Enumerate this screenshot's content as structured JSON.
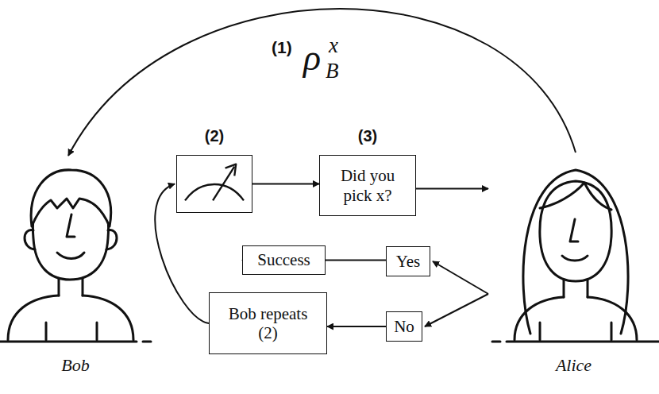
{
  "diagram": {
    "nodes": [
      {
        "text": [
          "Bob"
        ]
      },
      {
        "text": [
          "(2)"
        ]
      },
      {
        "text": [
          "(3)",
          "Did you pick x?"
        ]
      },
      {
        "text": [
          "Alice"
        ]
      },
      {
        "text": [
          "Yes"
        ]
      },
      {
        "text": [
          "Success"
        ]
      },
      {
        "text": [
          "No"
        ]
      },
      {
        "text": [
          "Bob repeats (2)"
        ]
      }
    ],
    "edges": [
      {
        "from": 3,
        "to": 0,
        "arrow": "to",
        "label": "(1)"
      },
      {
        "from": 1,
        "to": 2,
        "arrow": "to"
      },
      {
        "from": 2,
        "to": 3,
        "arrow": "to"
      },
      {
        "from": 3,
        "to": 4,
        "arrow": "to"
      },
      {
        "from": 3,
        "to": 6,
        "arrow": "to"
      },
      {
        "from": 4,
        "to": 5,
        "arrow": "to"
      },
      {
        "from": 6,
        "to": 7,
        "arrow": "to"
      },
      {
        "from": 7,
        "to": 1,
        "arrow": "to"
      }
    ],
    "labels": [
      "ρ",
      "x",
      "B"
    ]
  }
}
